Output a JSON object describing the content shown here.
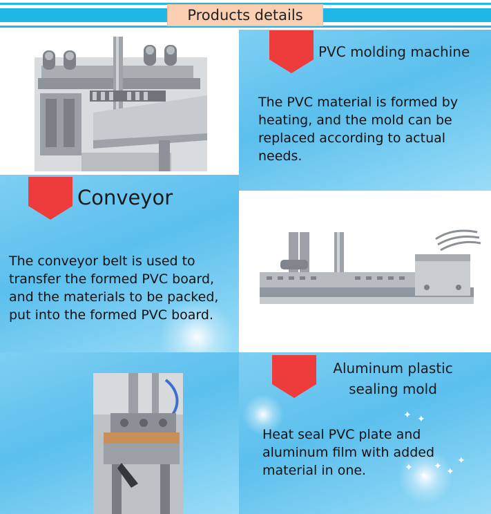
{
  "header": {
    "title": "Products details"
  },
  "sections": [
    {
      "heading": "PVC molding machine",
      "body": "The PVC material is formed by heating, and the mold can be replaced according to actual needs."
    },
    {
      "heading": "Conveyor",
      "body": "The conveyor belt is used to transfer the formed PVC board, and the materials to be packed, put into the formed PVC board."
    },
    {
      "heading": "Aluminum plastic sealing mold",
      "body": "Heat seal PVC plate and aluminum film with added material in one."
    }
  ],
  "images": [
    {
      "name": "pvc-molding-machine-photo"
    },
    {
      "name": "conveyor-photo"
    },
    {
      "name": "sealing-mold-photo"
    }
  ],
  "colors": {
    "header_blue": "#1fb7e6",
    "title_bg": "#fbd0b2",
    "marker_red": "#ee3b3b",
    "panel_blue": "#6cc7f0"
  }
}
